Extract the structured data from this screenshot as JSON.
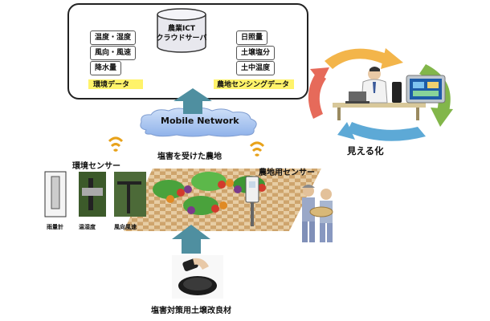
{
  "cloud": {
    "server_line1": "農業ICT",
    "server_line2": "クラウドサーバ",
    "env_items": [
      "温度・湿度",
      "風向・風速",
      "降水量"
    ],
    "env_caption": "環境データ",
    "field_items": [
      "日照量",
      "土壌塩分",
      "土中温度"
    ],
    "field_caption": "農地センシングデータ"
  },
  "network": {
    "label": "Mobile Network"
  },
  "visualization": {
    "label": "見える化"
  },
  "field": {
    "label": "塩害を受けた農地"
  },
  "env_sensor": {
    "label": "環境センサー",
    "devices": [
      "雨量計",
      "温湿度",
      "風向風速"
    ]
  },
  "field_sensor": {
    "label": "農地用センサー"
  },
  "material": {
    "label": "塩害対策用土壌改良材"
  },
  "colors": {
    "arrow": "#4f8fa0",
    "highlight": "#fff36a",
    "signal": "#e8a21a"
  }
}
